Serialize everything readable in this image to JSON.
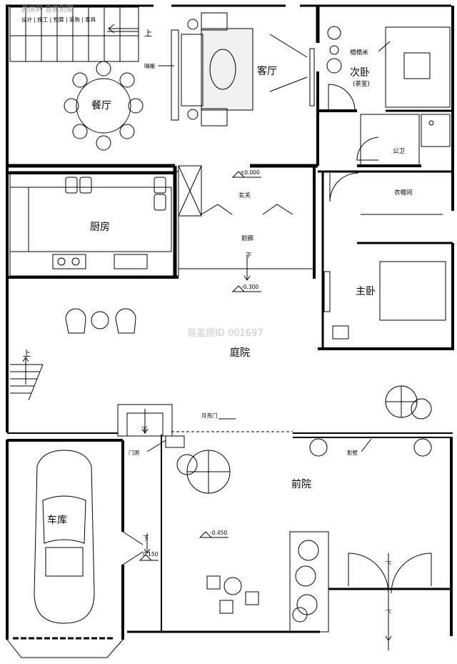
{
  "watermark": {
    "center": "易盖房ID 001697",
    "corner_top": "盖房网 宜居别墅",
    "corner_sub": "设计 | 施工 | 预算 | 采购 | 家具"
  },
  "rooms": {
    "dining": "餐厅",
    "living": "客厅",
    "second_bed": "次卧",
    "second_bed_sub": "(茶室)",
    "tatami": "榻榻米",
    "toilet": "公卫",
    "kitchen": "厨房",
    "entrance": "玄关",
    "front_corridor": "前廊",
    "closet": "衣帽间",
    "master_bed": "主卧",
    "courtyard": "庭院",
    "garage": "车库",
    "front_yard": "前院"
  },
  "notes": {
    "up_stair_top": "上",
    "up_stair_left": "上",
    "partition": "隔栅",
    "moon_gate": "月亮门",
    "door_hole": "门洞",
    "screen_wall": "影壁",
    "down": "下"
  },
  "elevations": {
    "entrance": "±0.000",
    "corridor": "-0.300",
    "front_yard": "-0.450",
    "garage": "0.150"
  }
}
